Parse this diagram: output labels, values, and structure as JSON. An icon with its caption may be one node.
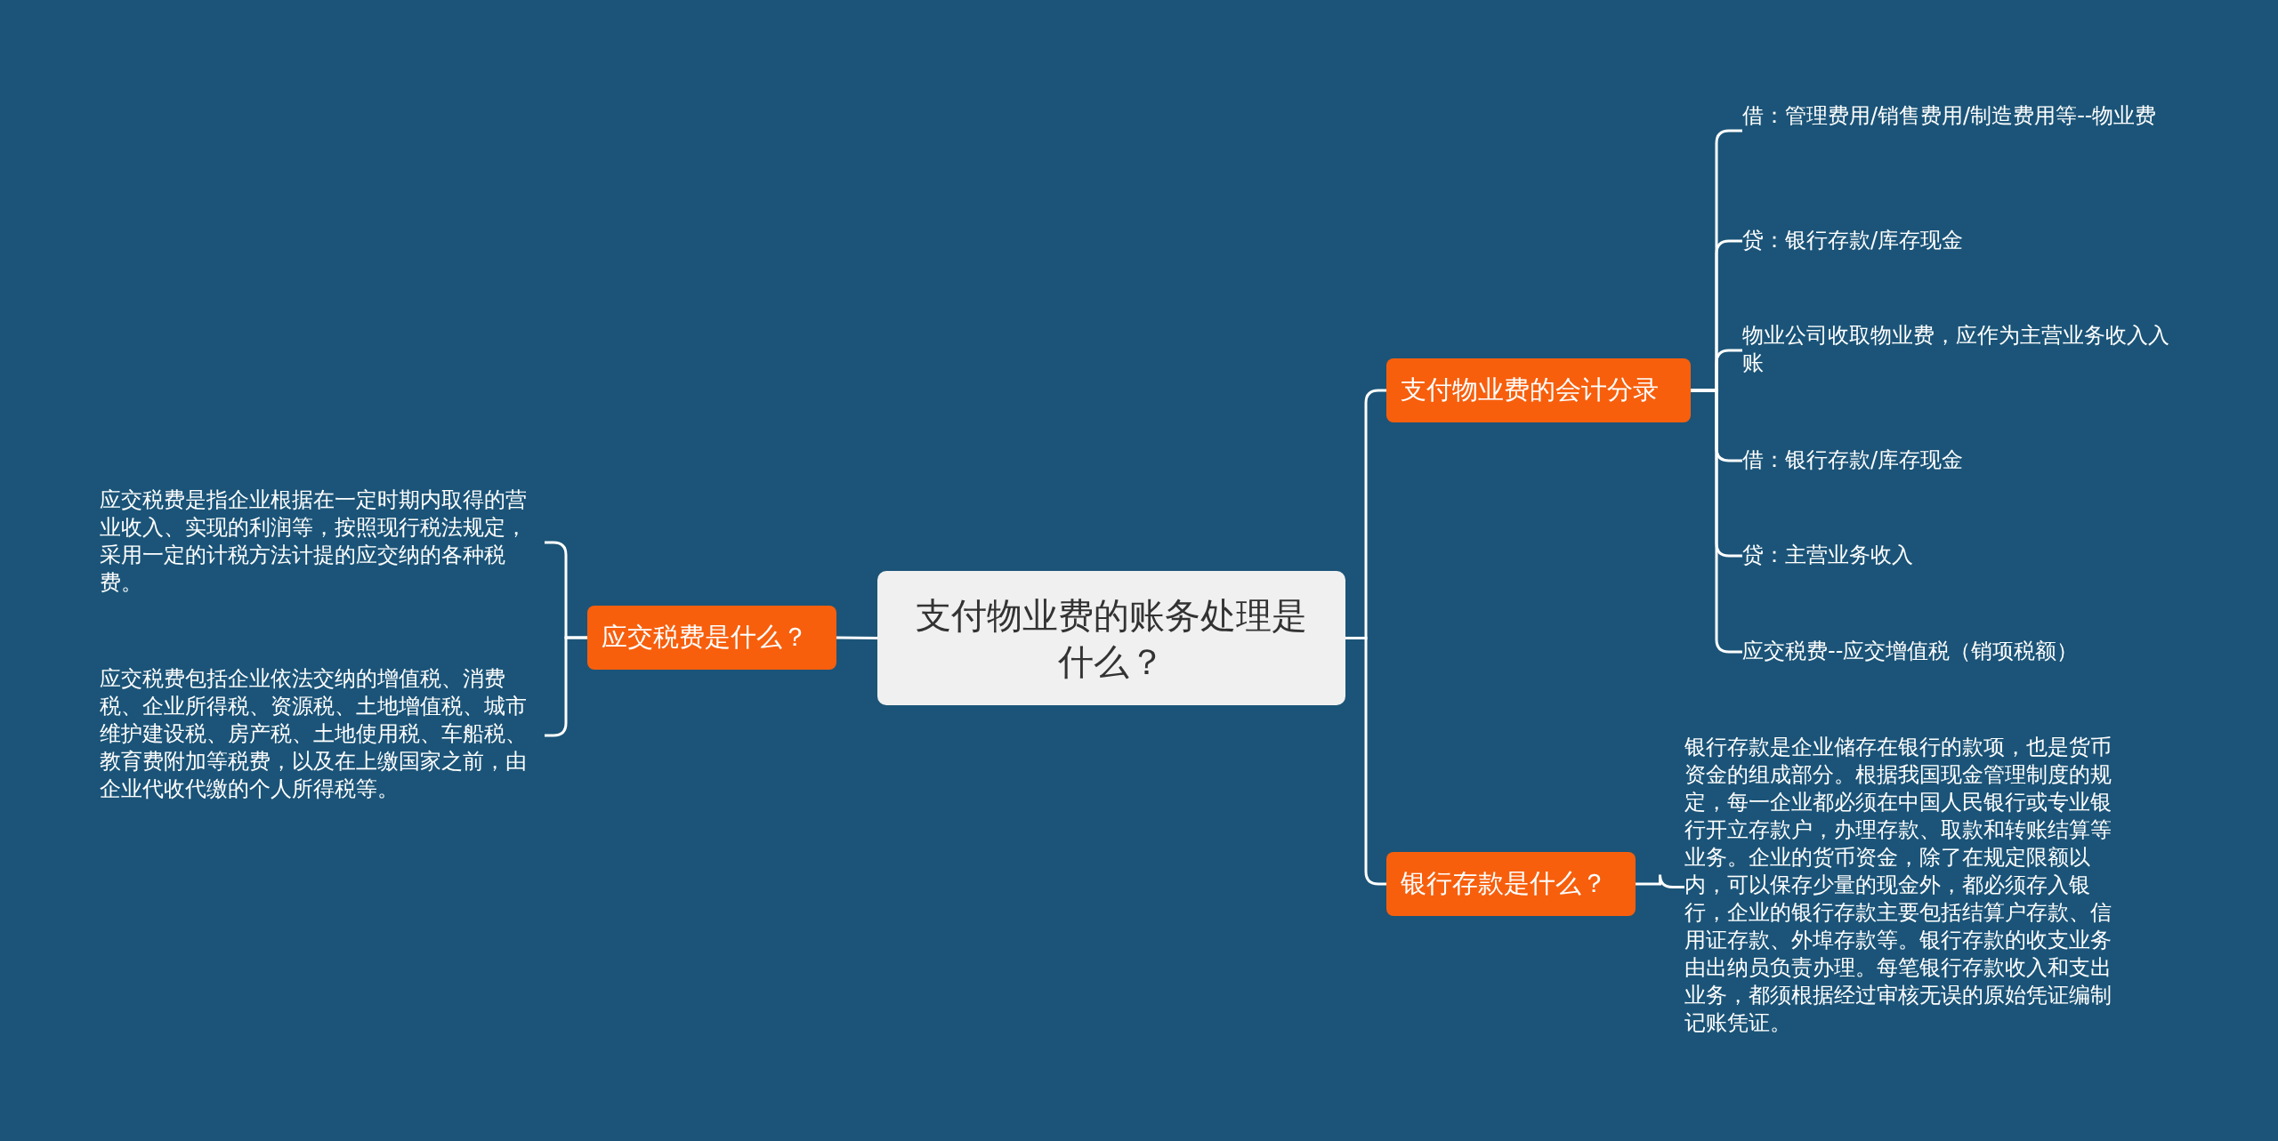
{
  "diagram": {
    "nodes": [
      {
        "text": [
          "支付物业费的账务处理是什么？"
        ]
      },
      {
        "text": [
          "支付物业费的会计分录"
        ]
      },
      {
        "text": [
          "借：管理费用/销售费用/制造费用等--物业费"
        ]
      },
      {
        "text": [
          "贷：银行存款/库存现金"
        ]
      },
      {
        "text": [
          "物业公司收取物业费，应作为主营业务收入入账"
        ]
      },
      {
        "text": [
          "借：银行存款/库存现金"
        ]
      },
      {
        "text": [
          "贷：主营业务收入"
        ]
      },
      {
        "text": [
          "应交税费--应交增值税（销项税额）"
        ]
      },
      {
        "text": [
          "银行存款是什么？"
        ]
      },
      {
        "text": [
          "银行存款是企业储存在银行的款项，也是货币资金的组成部分。根据我国现金管理制度的规定，每一企业都必须在中国人民银行或专业银行开立存款户，办理存款、取款和转账结算等业务。企业的货币资金，除了在规定限额以内，可以保存少量的现金外，都必须存入银行，企业的银行存款主要包括结算户存款、信用证存款、外埠存款等。银行存款的收支业务由出纳员负责办理。每笔银行存款收入和支出业务，都须根据经过审核无误的原始凭证编制记账凭证。"
        ]
      },
      {
        "text": [
          "应交税费是什么？"
        ]
      },
      {
        "text": [
          "应交税费是指企业根据在一定时期内取得的营业收入、实现的利润等，按照现行税法规定，采用一定的计税方法计提的应交纳的各种税费。"
        ]
      },
      {
        "text": [
          "应交税费包括企业依法交纳的增值税、消费税、企业所得税、资源税、土地增值税、城市维护建设税、房产税、土地使用税、车船税、教育费附加等税费，以及在上缴国家之前，由企业代收代缴的个人所得税等。"
        ]
      }
    ],
    "edges": [
      {
        "from": 0,
        "to": 1,
        "arrow": "none"
      },
      {
        "from": 0,
        "to": 8,
        "arrow": "none"
      },
      {
        "from": 0,
        "to": 10,
        "arrow": "none"
      },
      {
        "from": 1,
        "to": 2,
        "arrow": "none"
      },
      {
        "from": 1,
        "to": 3,
        "arrow": "none"
      },
      {
        "from": 1,
        "to": 4,
        "arrow": "none"
      },
      {
        "from": 1,
        "to": 5,
        "arrow": "none"
      },
      {
        "from": 1,
        "to": 6,
        "arrow": "none"
      },
      {
        "from": 1,
        "to": 7,
        "arrow": "none"
      },
      {
        "from": 8,
        "to": 9,
        "arrow": "none"
      },
      {
        "from": 10,
        "to": 11,
        "arrow": "none"
      },
      {
        "from": 10,
        "to": 12,
        "arrow": "none"
      }
    ]
  }
}
